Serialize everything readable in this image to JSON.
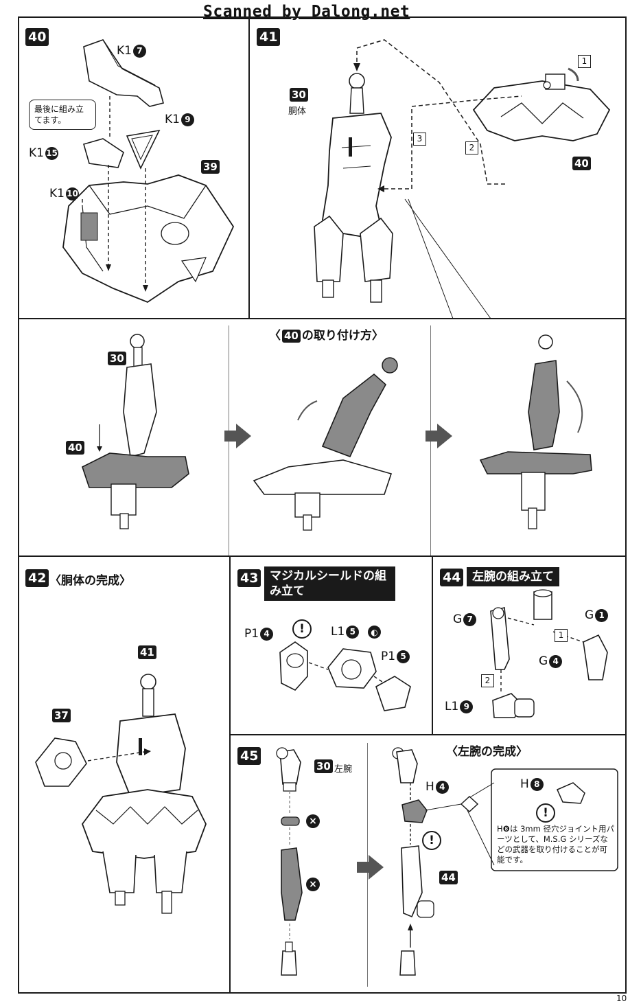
{
  "header": {
    "scan_credit": "Scanned by Dalong.net"
  },
  "page_number": "10",
  "steps": {
    "s40": {
      "number": "40",
      "parts": {
        "k1_7": {
          "code": "K1",
          "num": "7"
        },
        "k1_9": {
          "code": "K1",
          "num": "9"
        },
        "k1_15": {
          "code": "K1",
          "num": "15"
        },
        "k1_10": {
          "code": "K1",
          "num": "10"
        }
      },
      "note": "最後に組み立てます。",
      "ref": "39"
    },
    "s41": {
      "number": "41",
      "ref_body": "30",
      "body_label": "胴体",
      "ref_skirt": "40",
      "seq": [
        "1",
        "2",
        "3"
      ]
    },
    "attach": {
      "heading_ref": "40",
      "heading_text": "の取り付け方",
      "ref_body": "30",
      "ref_skirt": "40"
    },
    "s42": {
      "number": "42",
      "title": "〈胴体の完成〉",
      "ref_main": "41",
      "ref_shield": "37"
    },
    "s43": {
      "number": "43",
      "title": "マジカルシールドの組み立て",
      "parts": {
        "p1_4": {
          "code": "P1",
          "num": "4"
        },
        "l1_5": {
          "code": "L1",
          "num": "5"
        },
        "p1_5": {
          "code": "P1",
          "num": "5"
        }
      }
    },
    "s44": {
      "number": "44",
      "title": "左腕の組み立て",
      "parts": {
        "g7": {
          "code": "G",
          "num": "7"
        },
        "g1": {
          "code": "G",
          "num": "1"
        },
        "g4": {
          "code": "G",
          "num": "4"
        },
        "l1_9": {
          "code": "L1",
          "num": "9"
        }
      },
      "seq": [
        "1",
        "2"
      ]
    },
    "s45": {
      "number": "45",
      "ref_arm": "30",
      "arm_label": "左腕",
      "complete_title": "〈左腕の完成〉",
      "parts": {
        "h4": {
          "code": "H",
          "num": "4"
        },
        "h8": {
          "code": "H",
          "num": "8"
        }
      },
      "ref_44": "44",
      "note": "H❽は 3mm 径穴ジョイント用パーツとして、M.S.G シリーズなどの武器を取り付けることが可能です。"
    }
  },
  "symbols": {
    "warning": "!",
    "discard": "×"
  },
  "colors": {
    "ink": "#1a1a1a",
    "arrow_gray": "#555555",
    "shade": "#8a8a8a"
  }
}
